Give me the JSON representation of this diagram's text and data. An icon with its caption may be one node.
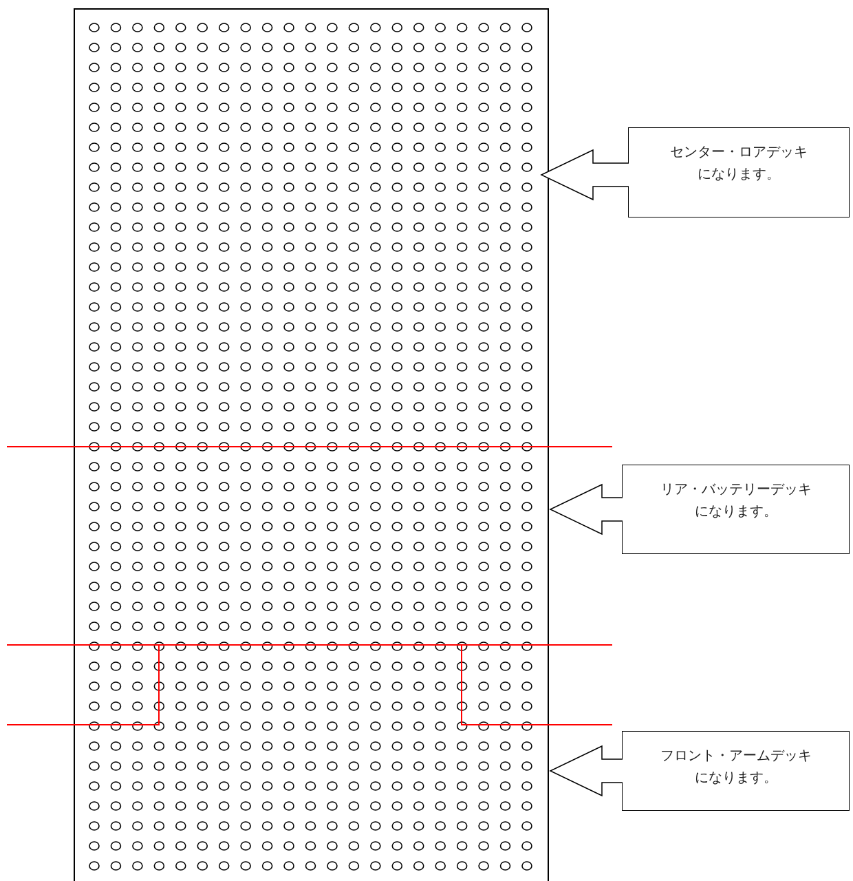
{
  "diagram": {
    "nodes": [
      {
        "text": [],
        "shape": "picture"
      },
      {
        "text": [
          "センター・ロアデッキになります。"
        ]
      },
      {
        "text": [
          "リア・バッテリーデッキになります。"
        ]
      },
      {
        "text": [
          "フロント・アームデッキになります。"
        ]
      }
    ],
    "edges": [
      {
        "from": 1,
        "to": 0,
        "arrow": "to"
      },
      {
        "from": 2,
        "to": 0,
        "arrow": "to"
      },
      {
        "from": 3,
        "to": 0,
        "arrow": "to"
      }
    ]
  }
}
